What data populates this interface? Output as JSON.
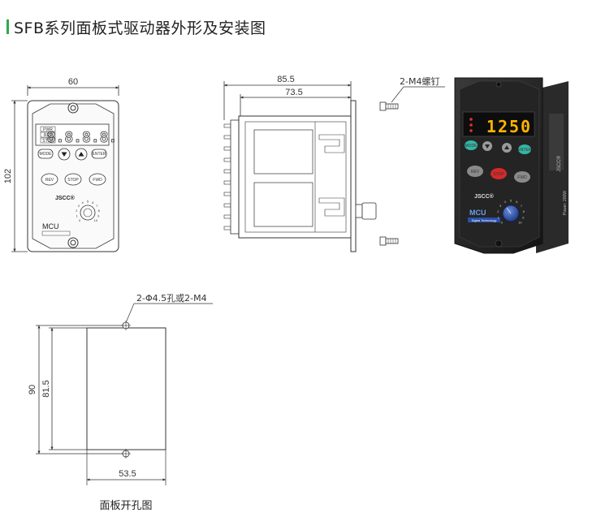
{
  "title": "SFB系列面板式驱动器外形及安装图",
  "colors": {
    "accent": "#2fa84f",
    "line": "#333333",
    "device_body": "#1e1e1e",
    "display_digits": "#ffb400",
    "stop_button": "#d22a2a",
    "mode_button": "#35b5a5",
    "knob": "#2a4fa8"
  },
  "front_view": {
    "width_dim": "60",
    "height_dim": "102",
    "indicators": [
      "PWR",
      "REV",
      "STOP"
    ],
    "display": "8.8.8.8.",
    "buttons": [
      "MODE",
      "ENTER",
      "REV",
      "STOP",
      "FWD"
    ],
    "brand": "JSCC®",
    "mcu_label": "MCU",
    "knob_scale": [
      "0",
      "1",
      "2",
      "3",
      "4",
      "5",
      "6",
      "7",
      "8",
      "9",
      "10"
    ]
  },
  "side_view": {
    "overall_dim": "85.5",
    "body_dim": "73.5",
    "screw_label": "2-M4螺钉"
  },
  "photo": {
    "display": "1250",
    "buttons": [
      "MODE",
      "ENTER",
      "REV",
      "STOP",
      "FWD"
    ],
    "brand": "JSCC®",
    "mcu_label": "MCU",
    "mcu_sub": "Digital Technology",
    "side_label": "Power: 200W"
  },
  "cutout": {
    "hole_label": "2-Φ4.5孔或2-M4",
    "outer_height": "90",
    "inner_height": "81.5",
    "width_dim": "53.5",
    "caption": "面板开孔图"
  }
}
